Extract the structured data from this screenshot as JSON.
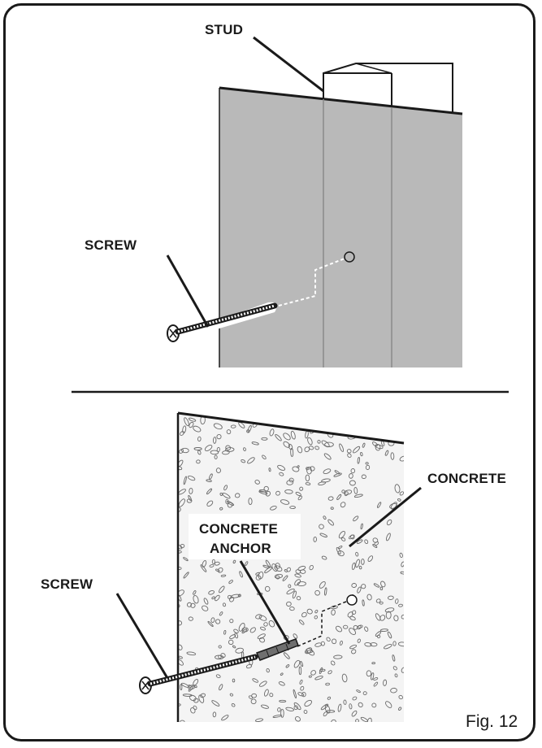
{
  "labels": {
    "stud": "STUD",
    "screw_top": "SCREW",
    "screw_bottom": "SCREW",
    "concrete": "CONCRETE",
    "concrete_anchor_line1": "CONCRETE",
    "concrete_anchor_line2": "ANCHOR"
  },
  "caption": "Fig. 12",
  "colors": {
    "ink": "#1a1a1a",
    "drywall": "#b9b9b9",
    "stud_face": "#ffffff",
    "concrete_fill": "#f4f4f4"
  }
}
